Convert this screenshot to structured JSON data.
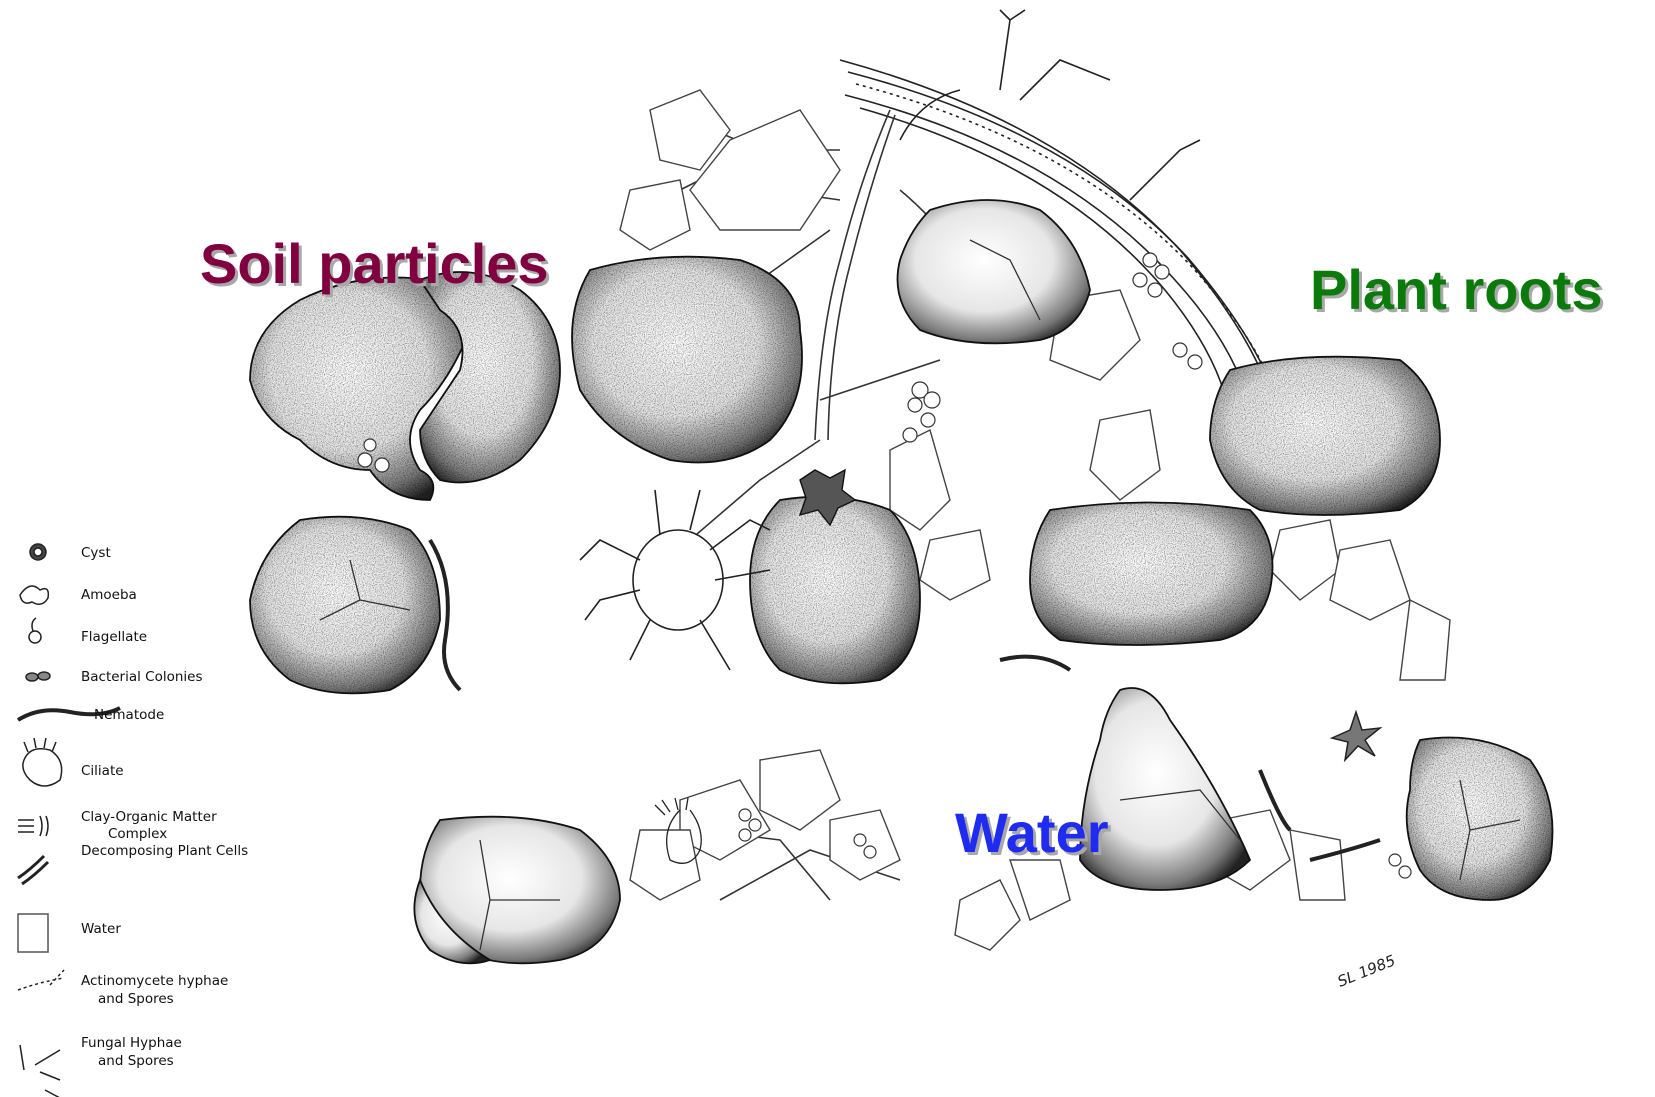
{
  "labels": {
    "soil": {
      "text": "Soil particles",
      "color": "#800040",
      "shadow": "#a8a8a8"
    },
    "roots": {
      "text": "Plant roots",
      "color": "#0a7a0a",
      "shadow": "#a8a8a8"
    },
    "water": {
      "text": "Water",
      "color": "#1f2bf0",
      "shadow": "#a8a8a8"
    }
  },
  "legend": [
    {
      "label": "Cyst",
      "icon": "cyst-icon"
    },
    {
      "label": "Amoeba",
      "icon": "amoeba-icon"
    },
    {
      "label": "Flagellate",
      "icon": "flagellate-icon"
    },
    {
      "label": "Bacterial Colonies",
      "icon": "bacterial-colonies-icon"
    },
    {
      "label": "Nematode",
      "icon": "nematode-icon"
    },
    {
      "label": "Ciliate",
      "icon": "ciliate-icon"
    },
    {
      "label": "Clay-Organic Matter",
      "label2": "Complex",
      "icon": "clay-organic-icon"
    },
    {
      "label": "Decomposing Plant Cells",
      "icon": "plant-cells-icon"
    },
    {
      "label": "Water",
      "icon": "water-icon"
    },
    {
      "label": "Actinomycete hyphae",
      "label2": "and Spores",
      "icon": "actinomycete-icon"
    },
    {
      "label": "Fungal Hyphae",
      "label2": "and Spores",
      "icon": "fungal-hyphae-icon"
    }
  ],
  "signature": "SL 1985"
}
